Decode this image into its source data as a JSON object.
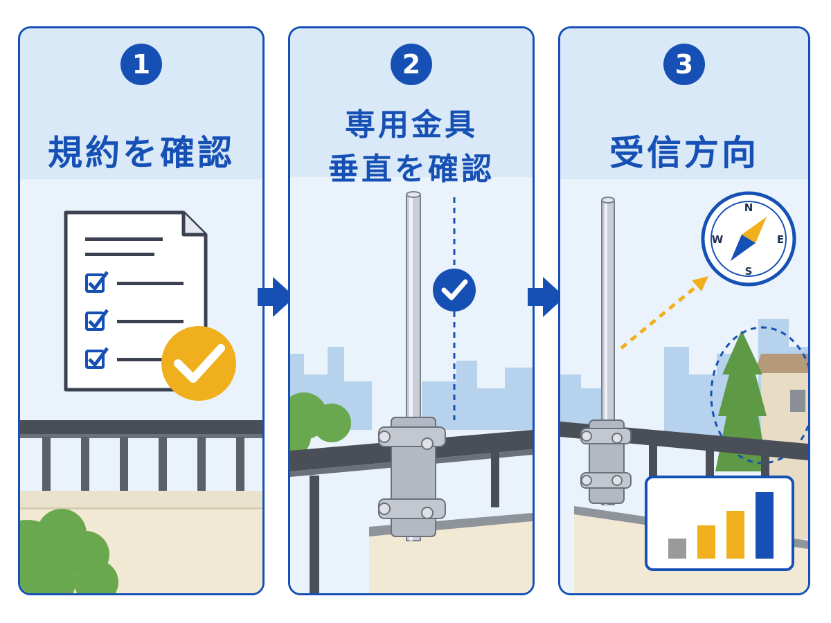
{
  "steps": [
    {
      "number": "1",
      "title": "規約を確認"
    },
    {
      "number": "2",
      "title_line1": "専用金具",
      "title_line2": "垂直を確認"
    },
    {
      "number": "3",
      "title": "受信方向"
    }
  ],
  "compass": {
    "north": "N",
    "south": "S",
    "east": "E",
    "west": "W"
  },
  "signal_bars": [
    {
      "level": 0.3,
      "color": "#9a9a9a"
    },
    {
      "level": 0.5,
      "color": "#f0b01e"
    },
    {
      "level": 0.72,
      "color": "#f0b01e"
    },
    {
      "level": 1.0,
      "color": "#1650b4"
    }
  ],
  "colors": {
    "accent_blue": "#1650b4",
    "check_yellow": "#f0b01e",
    "panel_header": "#d9e9f8",
    "wall_beige": "#f1e9d4",
    "railing_gray": "#4a4f57",
    "tree_green": "#6aa84f"
  },
  "icons": [
    "document-icon",
    "checkbox-icon",
    "check-badge-icon",
    "check-circle-icon",
    "compass-icon",
    "signal-bars-icon",
    "next-arrow-icon"
  ]
}
